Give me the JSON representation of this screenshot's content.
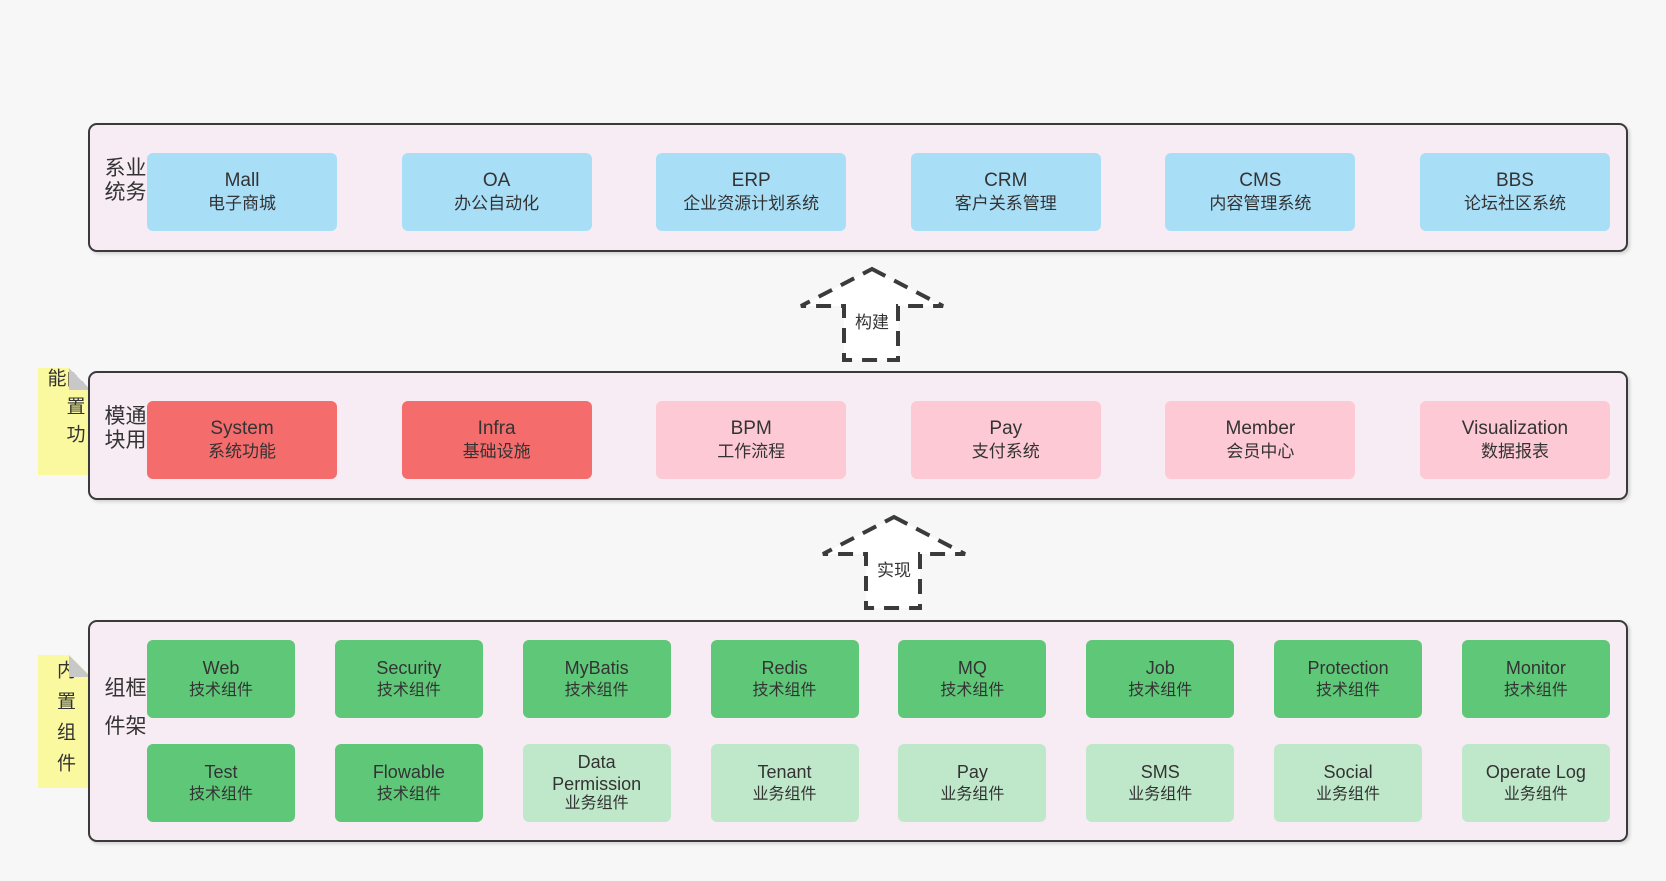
{
  "page": {
    "background": "#f7f7f7"
  },
  "colors": {
    "panel_fill": "#f8ecf4",
    "panel_border": "#3a3a3a",
    "blue_box": "#a9def7",
    "red_box": "#f56c6c",
    "pink_box": "#fcc9d4",
    "green_box": "#5fc878",
    "green_light_box": "#bfe8ca",
    "sticky_yellow": "#fbf9a0",
    "text": "#333333"
  },
  "arrows": [
    {
      "label": "构建"
    },
    {
      "label": "实现"
    }
  ],
  "sections": [
    {
      "id": "business",
      "label": "业务系统",
      "rows": [
        [
          {
            "name": "Mall",
            "desc": "电子商城",
            "variant": "blue"
          },
          {
            "name": "OA",
            "desc": "办公自动化",
            "variant": "blue"
          },
          {
            "name": "ERP",
            "desc": "企业资源计划系统",
            "variant": "blue"
          },
          {
            "name": "CRM",
            "desc": "客户关系管理",
            "variant": "blue"
          },
          {
            "name": "CMS",
            "desc": "内容管理系统",
            "variant": "blue"
          },
          {
            "name": "BBS",
            "desc": "论坛社区系统",
            "variant": "blue"
          }
        ]
      ]
    },
    {
      "id": "modules",
      "label": "通用模块",
      "note": "内置功能",
      "rows": [
        [
          {
            "name": "System",
            "desc": "系统功能",
            "variant": "red"
          },
          {
            "name": "Infra",
            "desc": "基础设施",
            "variant": "red"
          },
          {
            "name": "BPM",
            "desc": "工作流程",
            "variant": "pink"
          },
          {
            "name": "Pay",
            "desc": "支付系统",
            "variant": "pink"
          },
          {
            "name": "Member",
            "desc": "会员中心",
            "variant": "pink"
          },
          {
            "name": "Visualization",
            "desc": "数据报表",
            "variant": "pink"
          }
        ]
      ]
    },
    {
      "id": "framework",
      "label": "框架组件",
      "note": "内置组件",
      "rows": [
        [
          {
            "name": "Web",
            "desc": "技术组件",
            "variant": "green"
          },
          {
            "name": "Security",
            "desc": "技术组件",
            "variant": "green"
          },
          {
            "name": "MyBatis",
            "desc": "技术组件",
            "variant": "green"
          },
          {
            "name": "Redis",
            "desc": "技术组件",
            "variant": "green"
          },
          {
            "name": "MQ",
            "desc": "技术组件",
            "variant": "green"
          },
          {
            "name": "Job",
            "desc": "技术组件",
            "variant": "green"
          },
          {
            "name": "Protection",
            "desc": "技术组件",
            "variant": "green"
          },
          {
            "name": "Monitor",
            "desc": "技术组件",
            "variant": "green"
          }
        ],
        [
          {
            "name": "Test",
            "desc": "技术组件",
            "variant": "green"
          },
          {
            "name": "Flowable",
            "desc": "技术组件",
            "variant": "green"
          },
          {
            "name": "Data Permission",
            "desc": "业务组件",
            "variant": "green-light",
            "wrap": true
          },
          {
            "name": "Tenant",
            "desc": "业务组件",
            "variant": "green-light"
          },
          {
            "name": "Pay",
            "desc": "业务组件",
            "variant": "green-light"
          },
          {
            "name": "SMS",
            "desc": "业务组件",
            "variant": "green-light"
          },
          {
            "name": "Social",
            "desc": "业务组件",
            "variant": "green-light"
          },
          {
            "name": "Operate Log",
            "desc": "业务组件",
            "variant": "green-light"
          }
        ]
      ]
    }
  ]
}
